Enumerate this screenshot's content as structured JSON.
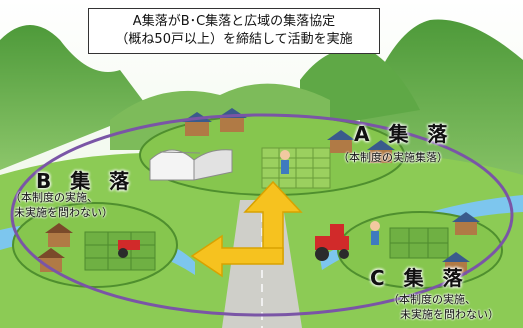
{
  "caption": {
    "line1": "A集落がB･C集落と広域の集落協定",
    "line2": "（概ね50戸以上）を締結して活動を実施"
  },
  "villages": {
    "a": {
      "name": "A 集 落",
      "note": "（本制度の実施集落）"
    },
    "b": {
      "name": "B 集 落",
      "note_line1": "（本制度の実施、",
      "note_line2": "未実施を問わない）"
    },
    "c": {
      "name": "C 集 落",
      "note_line1": "（本制度の実施、",
      "note_line2": "未実施を問わない）"
    }
  },
  "colors": {
    "sky": "#f2f8ef",
    "mountain": "#6fae4e",
    "field": "#7cc04a",
    "river": "#7dc6ee",
    "road": "#c9c9c3",
    "ellipse_stroke": "#7a55a6",
    "arrow_fill": "#f6c21f",
    "arrow_stroke": "#d8a200"
  },
  "icons": [
    "house-icon",
    "greenhouse-icon",
    "tractor-icon",
    "farmer-icon",
    "rice-paddy-icon"
  ]
}
